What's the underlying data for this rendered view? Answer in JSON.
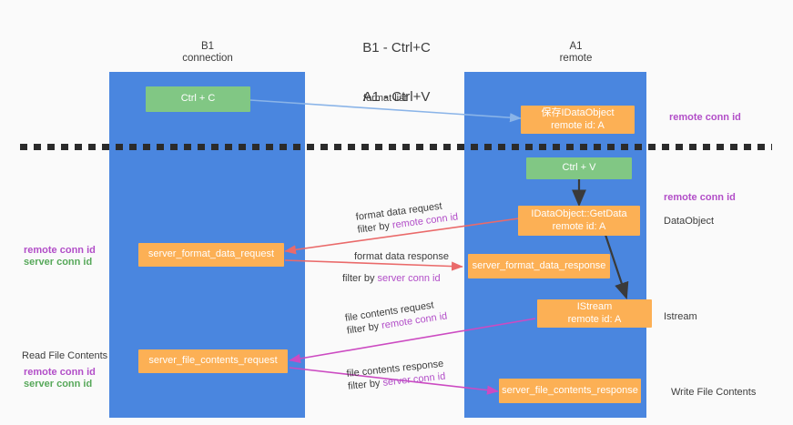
{
  "diagram": {
    "title_line1": "B1 - Ctrl+C",
    "title_line2": "A1 - Ctrl+V",
    "type": "sequence-swimlane",
    "colors": {
      "lane": "#4a86df",
      "green_node": "#81c784",
      "orange_node": "#fcb055",
      "purple_text": "#b24ec8",
      "green_text": "#57a85a",
      "blue_arrow": "#8ab4e8",
      "red_arrow": "#ea6a6a",
      "magenta_arrow": "#cc4bc2",
      "black_arrow": "#3c3c3c",
      "background": "#fafafa"
    }
  },
  "lanes": [
    {
      "id": "b1",
      "head_line1": "B1",
      "head_line2": "connection"
    },
    {
      "id": "a1",
      "head_line1": "A1",
      "head_line2": "remote"
    }
  ],
  "nodes": [
    {
      "id": "ctrl-c",
      "lane": "b1",
      "kind": "green",
      "line1": "Ctrl + C",
      "line2": ""
    },
    {
      "id": "save-idataobject",
      "lane": "a1",
      "kind": "orange",
      "line1": "保存IDataObject",
      "line2": "remote id: A"
    },
    {
      "id": "ctrl-v",
      "lane": "a1",
      "kind": "green",
      "line1": "Ctrl + V",
      "line2": ""
    },
    {
      "id": "idataobject-getdata",
      "lane": "a1",
      "kind": "orange",
      "line1": "IDataObject::GetData",
      "line2": "remote id: A"
    },
    {
      "id": "server-format-data-request",
      "lane": "b1",
      "kind": "orange",
      "line1": "server_format_data_request",
      "line2": ""
    },
    {
      "id": "server-format-data-response",
      "lane": "a1",
      "kind": "orange",
      "line1": "server_format_data_response",
      "line2": ""
    },
    {
      "id": "istream",
      "lane": "a1",
      "kind": "orange",
      "line1": "IStream",
      "line2": "remote id: A"
    },
    {
      "id": "server-file-contents-request",
      "lane": "b1",
      "kind": "orange",
      "line1": "server_file_contents_request",
      "line2": ""
    },
    {
      "id": "server-file-contents-response",
      "lane": "a1",
      "kind": "orange",
      "line1": "server_file_contents_response",
      "line2": ""
    }
  ],
  "edge_labels": {
    "format_list": "format list",
    "format_data_request": "format data request",
    "format_data_request_filter_prefix": "filter by ",
    "format_data_request_filter_key": "remote conn id",
    "format_data_response": "format data response",
    "format_data_response_filter_prefix": "filter by ",
    "format_data_response_filter_key": "server conn id",
    "file_contents_request": "file contents request",
    "file_contents_request_filter_prefix": "filter by ",
    "file_contents_request_filter_key": "remote conn id",
    "file_contents_response": "file contents response",
    "file_contents_response_filter_prefix": "filter by ",
    "file_contents_response_filter_key": "server conn id"
  },
  "right_annotations": [
    {
      "id": "ann-remote-conn-id-top",
      "text": "remote conn id",
      "style": "purple-bold"
    },
    {
      "id": "ann-remote-conn-id-mid",
      "text": "remote conn id",
      "style": "purple-bold"
    },
    {
      "id": "ann-dataobject",
      "text": "DataObject",
      "style": "plain"
    },
    {
      "id": "ann-istream",
      "text": "Istream",
      "style": "plain"
    },
    {
      "id": "ann-write-file-contents",
      "text": "Write File Contents",
      "style": "plain"
    }
  ],
  "left_annotations": [
    {
      "id": "ann-left-remote-conn-id-1",
      "text": "remote conn id",
      "style": "purple-bold"
    },
    {
      "id": "ann-left-server-conn-id-1",
      "text": "server conn id",
      "style": "green-bold"
    },
    {
      "id": "ann-read-file-contents",
      "text": "Read File Contents",
      "style": "plain"
    },
    {
      "id": "ann-left-remote-conn-id-2",
      "text": "remote conn id",
      "style": "purple-bold"
    },
    {
      "id": "ann-left-server-conn-id-2",
      "text": "server conn id",
      "style": "green-bold"
    }
  ]
}
